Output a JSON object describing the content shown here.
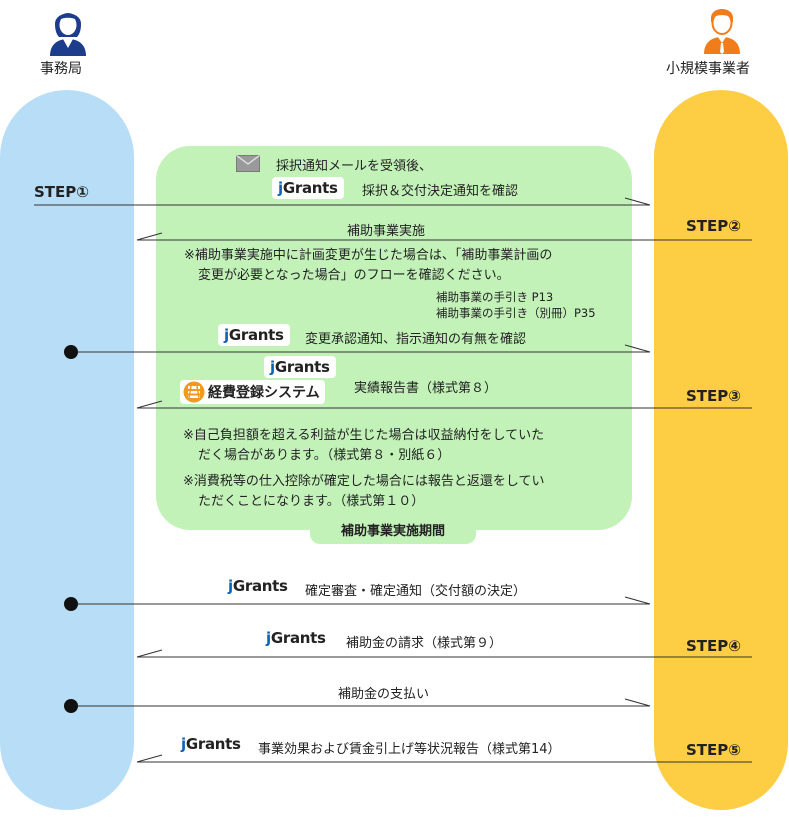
{
  "actors": {
    "left": "事務局",
    "right": "小規模事業者",
    "left_icon": "female-operator-icon",
    "right_icon": "male-person-icon"
  },
  "steps": {
    "step1": "STEP①",
    "step2": "STEP②",
    "step3": "STEP③",
    "step4": "STEP④",
    "step5": "STEP⑤"
  },
  "jgrants": {
    "j": "j",
    "rest": "Grants"
  },
  "flow": {
    "mail_icon": "envelope-icon",
    "m1_line1": "採択通知メールを受領後、",
    "m1_line2": "採択＆交付決定通知を確認",
    "m2": "補助事業実施",
    "note1_line1": "※補助事業実施中に計画変更が生じた場合は、「補助事業計画の",
    "note1_line2": "変更が必要となった場合」のフローを確認ください。",
    "ref1": "補助事業の手引き P13",
    "ref2": "補助事業の手引き（別冊）P35",
    "m3": "変更承認通知、指示通知の有無を確認",
    "system_name": "経費登録システム",
    "system_icon": "expense-system-logo-icon",
    "m4": "実績報告書（様式第８）",
    "note2_line1": "※自己負担額を超える利益が生じた場合は収益納付をしていた",
    "note2_line2": "だく場合があります。（様式第８・別紙６）",
    "note3_line1": "※消費税等の仕入控除が確定した場合には報告と返還をしてい",
    "note3_line2": "ただくことになります。（様式第１０）",
    "period_label": "補助事業実施期間",
    "m5": "確定審査・確定通知（交付額の決定）",
    "m6": "補助金の請求（様式第９）",
    "m7": "補助金の支払い",
    "m8": "事業効果および賃金引上げ等状況報告（様式第14）"
  },
  "colors": {
    "left_lane": "#b7def6",
    "right_lane": "#fdcd43",
    "period": "#c3f2b9",
    "jgrants_j": "#0a63b8",
    "left_icon": "#1d3c8c",
    "right_icon": "#f07d1a"
  }
}
